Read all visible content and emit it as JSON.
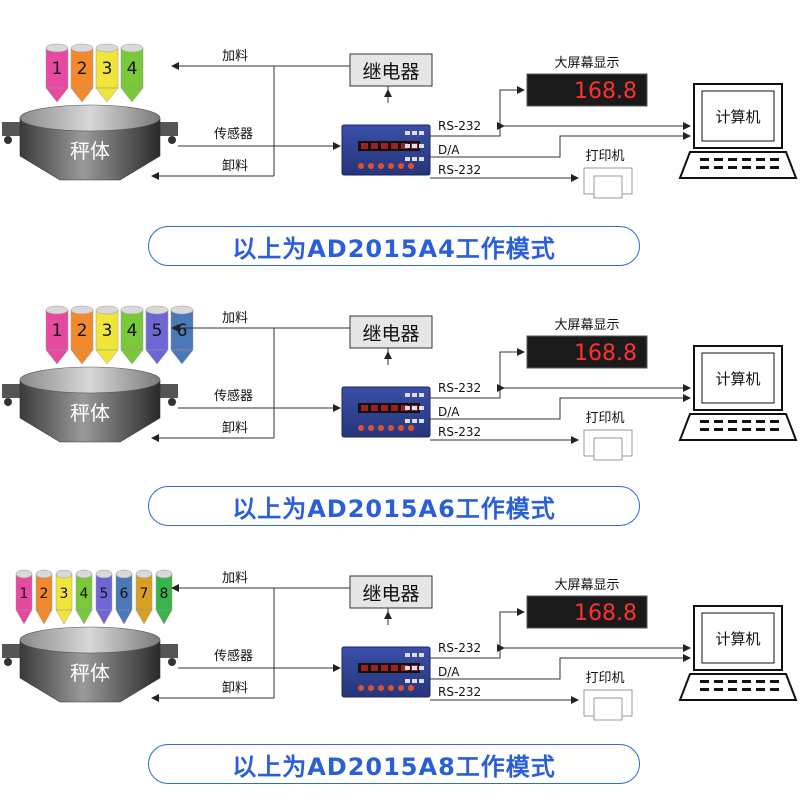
{
  "labels": {
    "feed": "加料",
    "relay": "继电器",
    "sensor": "传感器",
    "discharge": "卸料",
    "scale_body": "秤体",
    "big_screen": "大屏幕显示",
    "display_value": "168.8",
    "computer": "计算机",
    "printer": "打印机",
    "rs232": "RS-232",
    "da": "D/A"
  },
  "sections": [
    {
      "caption": "以上为AD2015A4工作模式",
      "hoppers": [
        "1",
        "2",
        "3",
        "4"
      ]
    },
    {
      "caption": "以上为AD2015A6工作模式",
      "hoppers": [
        "1",
        "2",
        "3",
        "4",
        "5",
        "6"
      ]
    },
    {
      "caption": "以上为AD2015A8工作模式",
      "hoppers": [
        "1",
        "2",
        "3",
        "4",
        "5",
        "6",
        "7",
        "8"
      ]
    }
  ],
  "colors": {
    "hoppers": [
      "#e64aa0",
      "#f28a2c",
      "#f2e53a",
      "#79c93a",
      "#6f66d6",
      "#4a78b8",
      "#d8a020",
      "#39b44a"
    ],
    "caption": "#2a5fd6",
    "display_text": "#ff3030"
  }
}
